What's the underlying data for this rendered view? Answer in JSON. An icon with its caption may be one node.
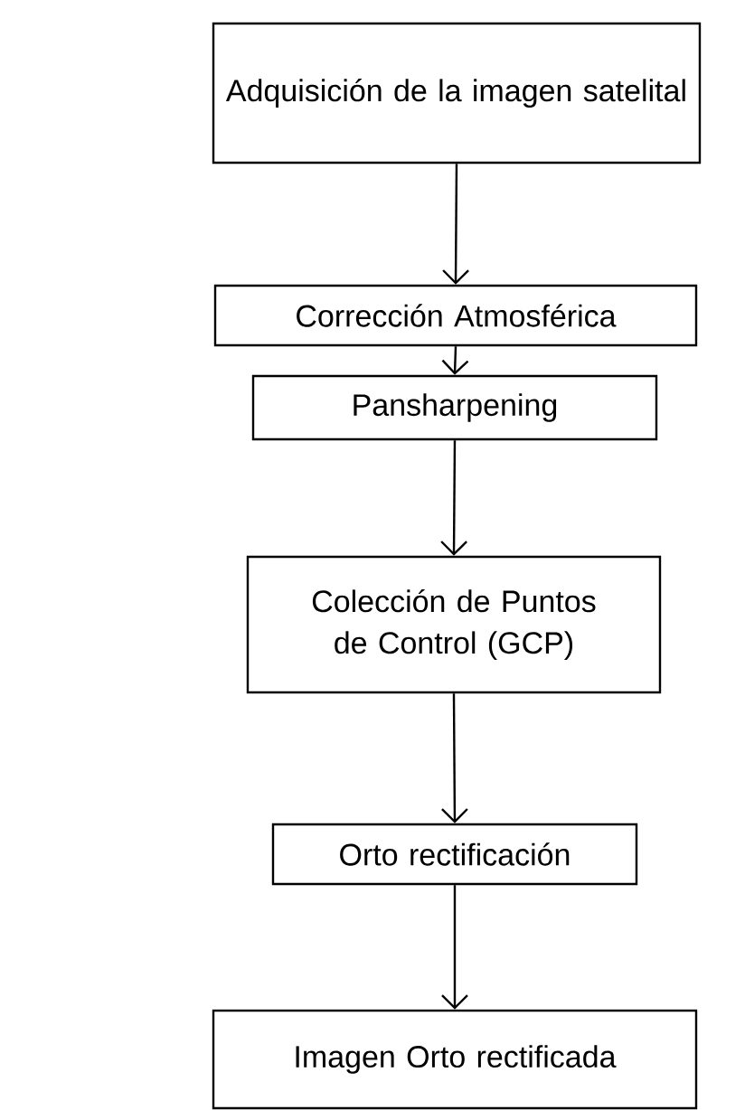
{
  "diagram": {
    "nodes": [
      {
        "text": [
          "Adquisición de la imagen satelital"
        ]
      },
      {
        "text": [
          "Corrección Atmosférica"
        ]
      },
      {
        "text": [
          "Pansharpening"
        ]
      },
      {
        "text": [
          "Colección de Puntos de Control (GCP)"
        ]
      },
      {
        "text": [
          "Orto rectificación"
        ]
      },
      {
        "text": [
          "Imagen Orto rectificada"
        ]
      }
    ],
    "edges": [
      {
        "from": 0,
        "to": 1,
        "arrow": "to"
      },
      {
        "from": 1,
        "to": 2,
        "arrow": "to"
      },
      {
        "from": 2,
        "to": 3,
        "arrow": "to"
      },
      {
        "from": 3,
        "to": 4,
        "arrow": "to"
      },
      {
        "from": 4,
        "to": 5,
        "arrow": "to"
      }
    ]
  }
}
